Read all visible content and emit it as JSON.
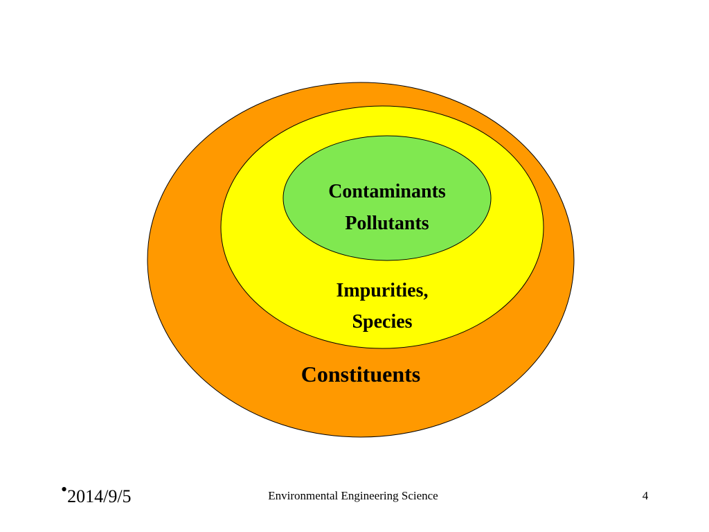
{
  "diagram": {
    "outer": {
      "label": "Constituents",
      "color": "#FF9900"
    },
    "middle": {
      "label_line1": "Impurities,",
      "label_line2": "Species",
      "color": "#FFFF00"
    },
    "inner": {
      "label_line1": "Contaminants",
      "label_line2": "Pollutants",
      "color": "#80E850"
    }
  },
  "footer": {
    "bullet": "•",
    "date": "2014/9/5",
    "title": "Environmental Engineering Science",
    "page_number": "4"
  }
}
